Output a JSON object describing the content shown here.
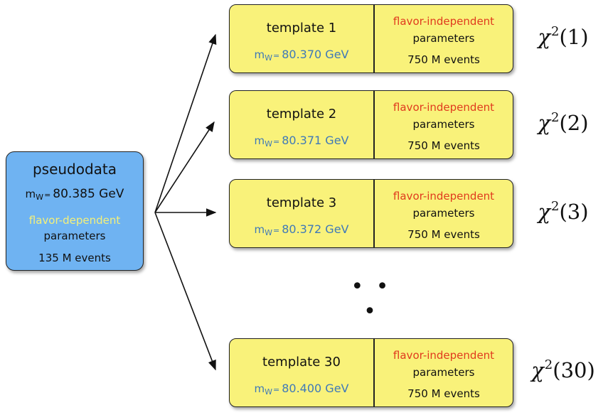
{
  "pseudodata": {
    "title": "pseudodata",
    "mass_symbol": "m",
    "mass_subscript": "W",
    "eq": "=",
    "mass_value": "80.385 GeV",
    "flavor_label": "flavor-dependent",
    "params_label": "parameters",
    "events": "135 M events"
  },
  "templates": [
    {
      "name": "template 1",
      "mass_symbol": "m",
      "mass_subscript": "W",
      "eq": "=",
      "mass_value": "80.370 GeV",
      "flavor_label": "flavor-independent",
      "params_label": "parameters",
      "events": "750 M events",
      "chi_arg": "(1)"
    },
    {
      "name": "template 2",
      "mass_symbol": "m",
      "mass_subscript": "W",
      "eq": "=",
      "mass_value": "80.371 GeV",
      "flavor_label": "flavor-independent",
      "params_label": "parameters",
      "events": "750 M events",
      "chi_arg": "(2)"
    },
    {
      "name": "template 3",
      "mass_symbol": "m",
      "mass_subscript": "W",
      "eq": "=",
      "mass_value": "80.372 GeV",
      "flavor_label": "flavor-independent",
      "params_label": "parameters",
      "events": "750 M events",
      "chi_arg": "(3)"
    },
    {
      "name": "template 30",
      "mass_symbol": "m",
      "mass_subscript": "W",
      "eq": "=",
      "mass_value": "80.400 GeV",
      "flavor_label": "flavor-independent",
      "params_label": "parameters",
      "events": "750 M events",
      "chi_arg": "(30)"
    }
  ],
  "chi_symbol": "χ",
  "chi_power": "2",
  "ellipsis": "• • •",
  "colors": {
    "pseudodata_fill": "#6fb3f2",
    "template_fill": "#f9f27a",
    "mass_text": "#3f79b8",
    "flavor_dependent_text": "#f4f07a",
    "flavor_independent_text": "#e03a1e"
  }
}
